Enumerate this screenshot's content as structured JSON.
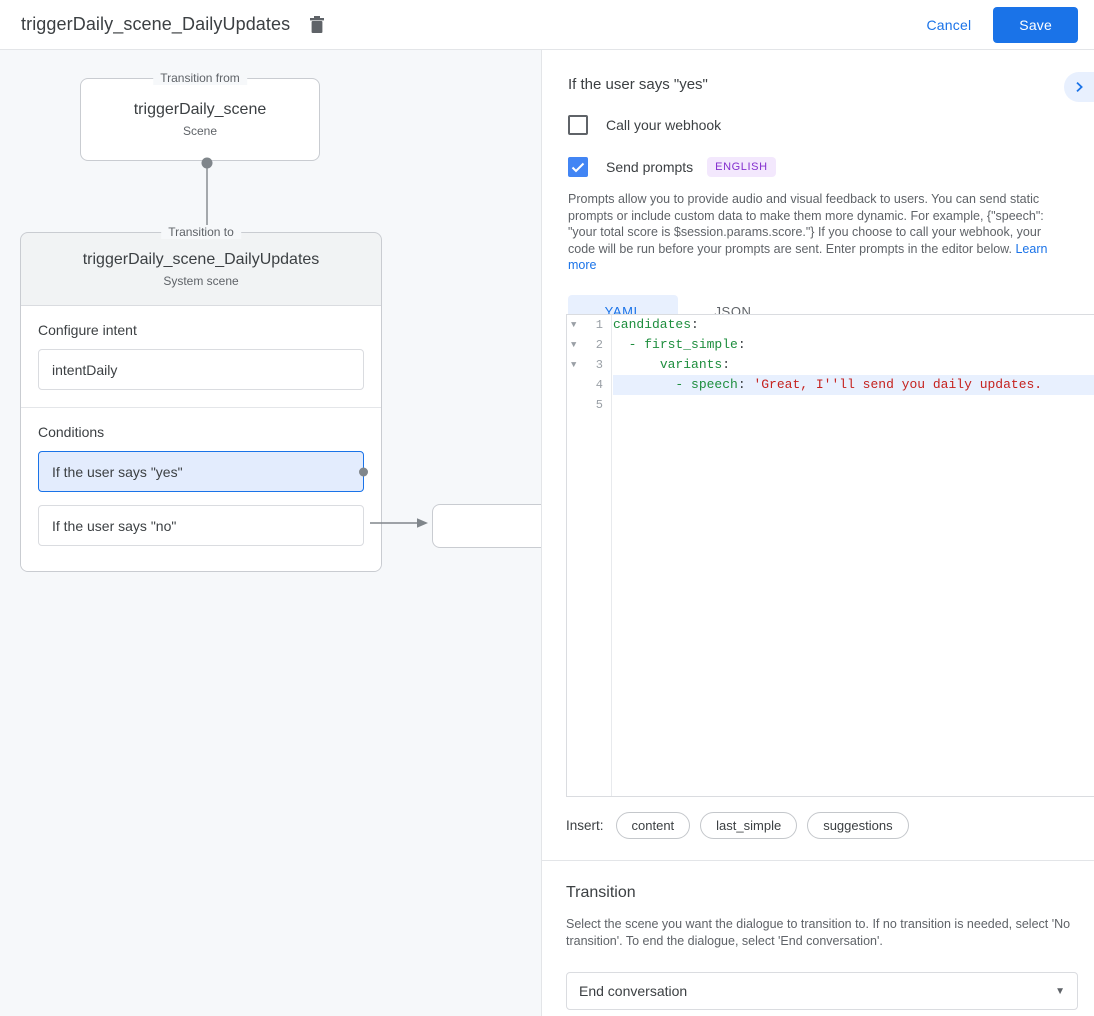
{
  "topbar": {
    "title": "triggerDaily_scene_DailyUpdates",
    "delete_icon": "trash-icon",
    "cancel_label": "Cancel",
    "save_label": "Save",
    "accent_color": "#1a73e8"
  },
  "canvas": {
    "from": {
      "legend": "Transition from",
      "name": "triggerDaily_scene",
      "subtitle": "Scene"
    },
    "to": {
      "legend": "Transition to",
      "name": "triggerDaily_scene_DailyUpdates",
      "subtitle": "System scene"
    },
    "intent": {
      "label": "Configure intent",
      "value": "intentDaily"
    },
    "conditions": {
      "label": "Conditions",
      "items": [
        {
          "text": "If the user says \"yes\"",
          "selected": true
        },
        {
          "text": "If the user says \"no\"",
          "selected": false
        }
      ]
    }
  },
  "panel": {
    "title": "If the user says \"yes\"",
    "expand_icon": "chevron-right-icon",
    "webhook": {
      "label": "Call your webhook",
      "checked": false
    },
    "prompts": {
      "label": "Send prompts",
      "checked": true,
      "badge": "ENGLISH",
      "badge_color": "#8430ce",
      "description": "Prompts allow you to provide audio and visual feedback to users. You can send static prompts or include custom data to make them more dynamic. For example, {\"speech\": \"your total score is $session.params.score.\"} If you choose to call your webhook, your code will be run before your prompts are sent. Enter prompts in the editor below.",
      "learn_more": "Learn more"
    },
    "editor_tabs": [
      {
        "label": "YAML",
        "active": true
      },
      {
        "label": "JSON",
        "active": false
      }
    ],
    "code": {
      "line_numbers": [
        "1",
        "2",
        "3",
        "4",
        "5"
      ],
      "folds": [
        true,
        true,
        true,
        false,
        false
      ],
      "highlighted_line": 4,
      "lines": [
        {
          "key": "candidates",
          "punct": ":",
          "indent": ""
        },
        {
          "key": "- first_simple",
          "punct": ":",
          "indent": "  "
        },
        {
          "key": "variants",
          "punct": ":",
          "indent": "      "
        },
        {
          "key": "- speech",
          "punct": ": ",
          "string": "'Great, I''ll send you daily updates.",
          "indent": "        "
        },
        {
          "key": "",
          "punct": "",
          "indent": ""
        }
      ]
    },
    "insert": {
      "label": "Insert:",
      "chips": [
        "content",
        "last_simple",
        "suggestions"
      ]
    },
    "transition": {
      "title": "Transition",
      "description": "Select the scene you want the dialogue to transition to. If no transition is needed, select 'No transition'. To end the dialogue, select 'End conversation'.",
      "selected": "End conversation",
      "caret_icon": "chevron-down-icon"
    }
  }
}
